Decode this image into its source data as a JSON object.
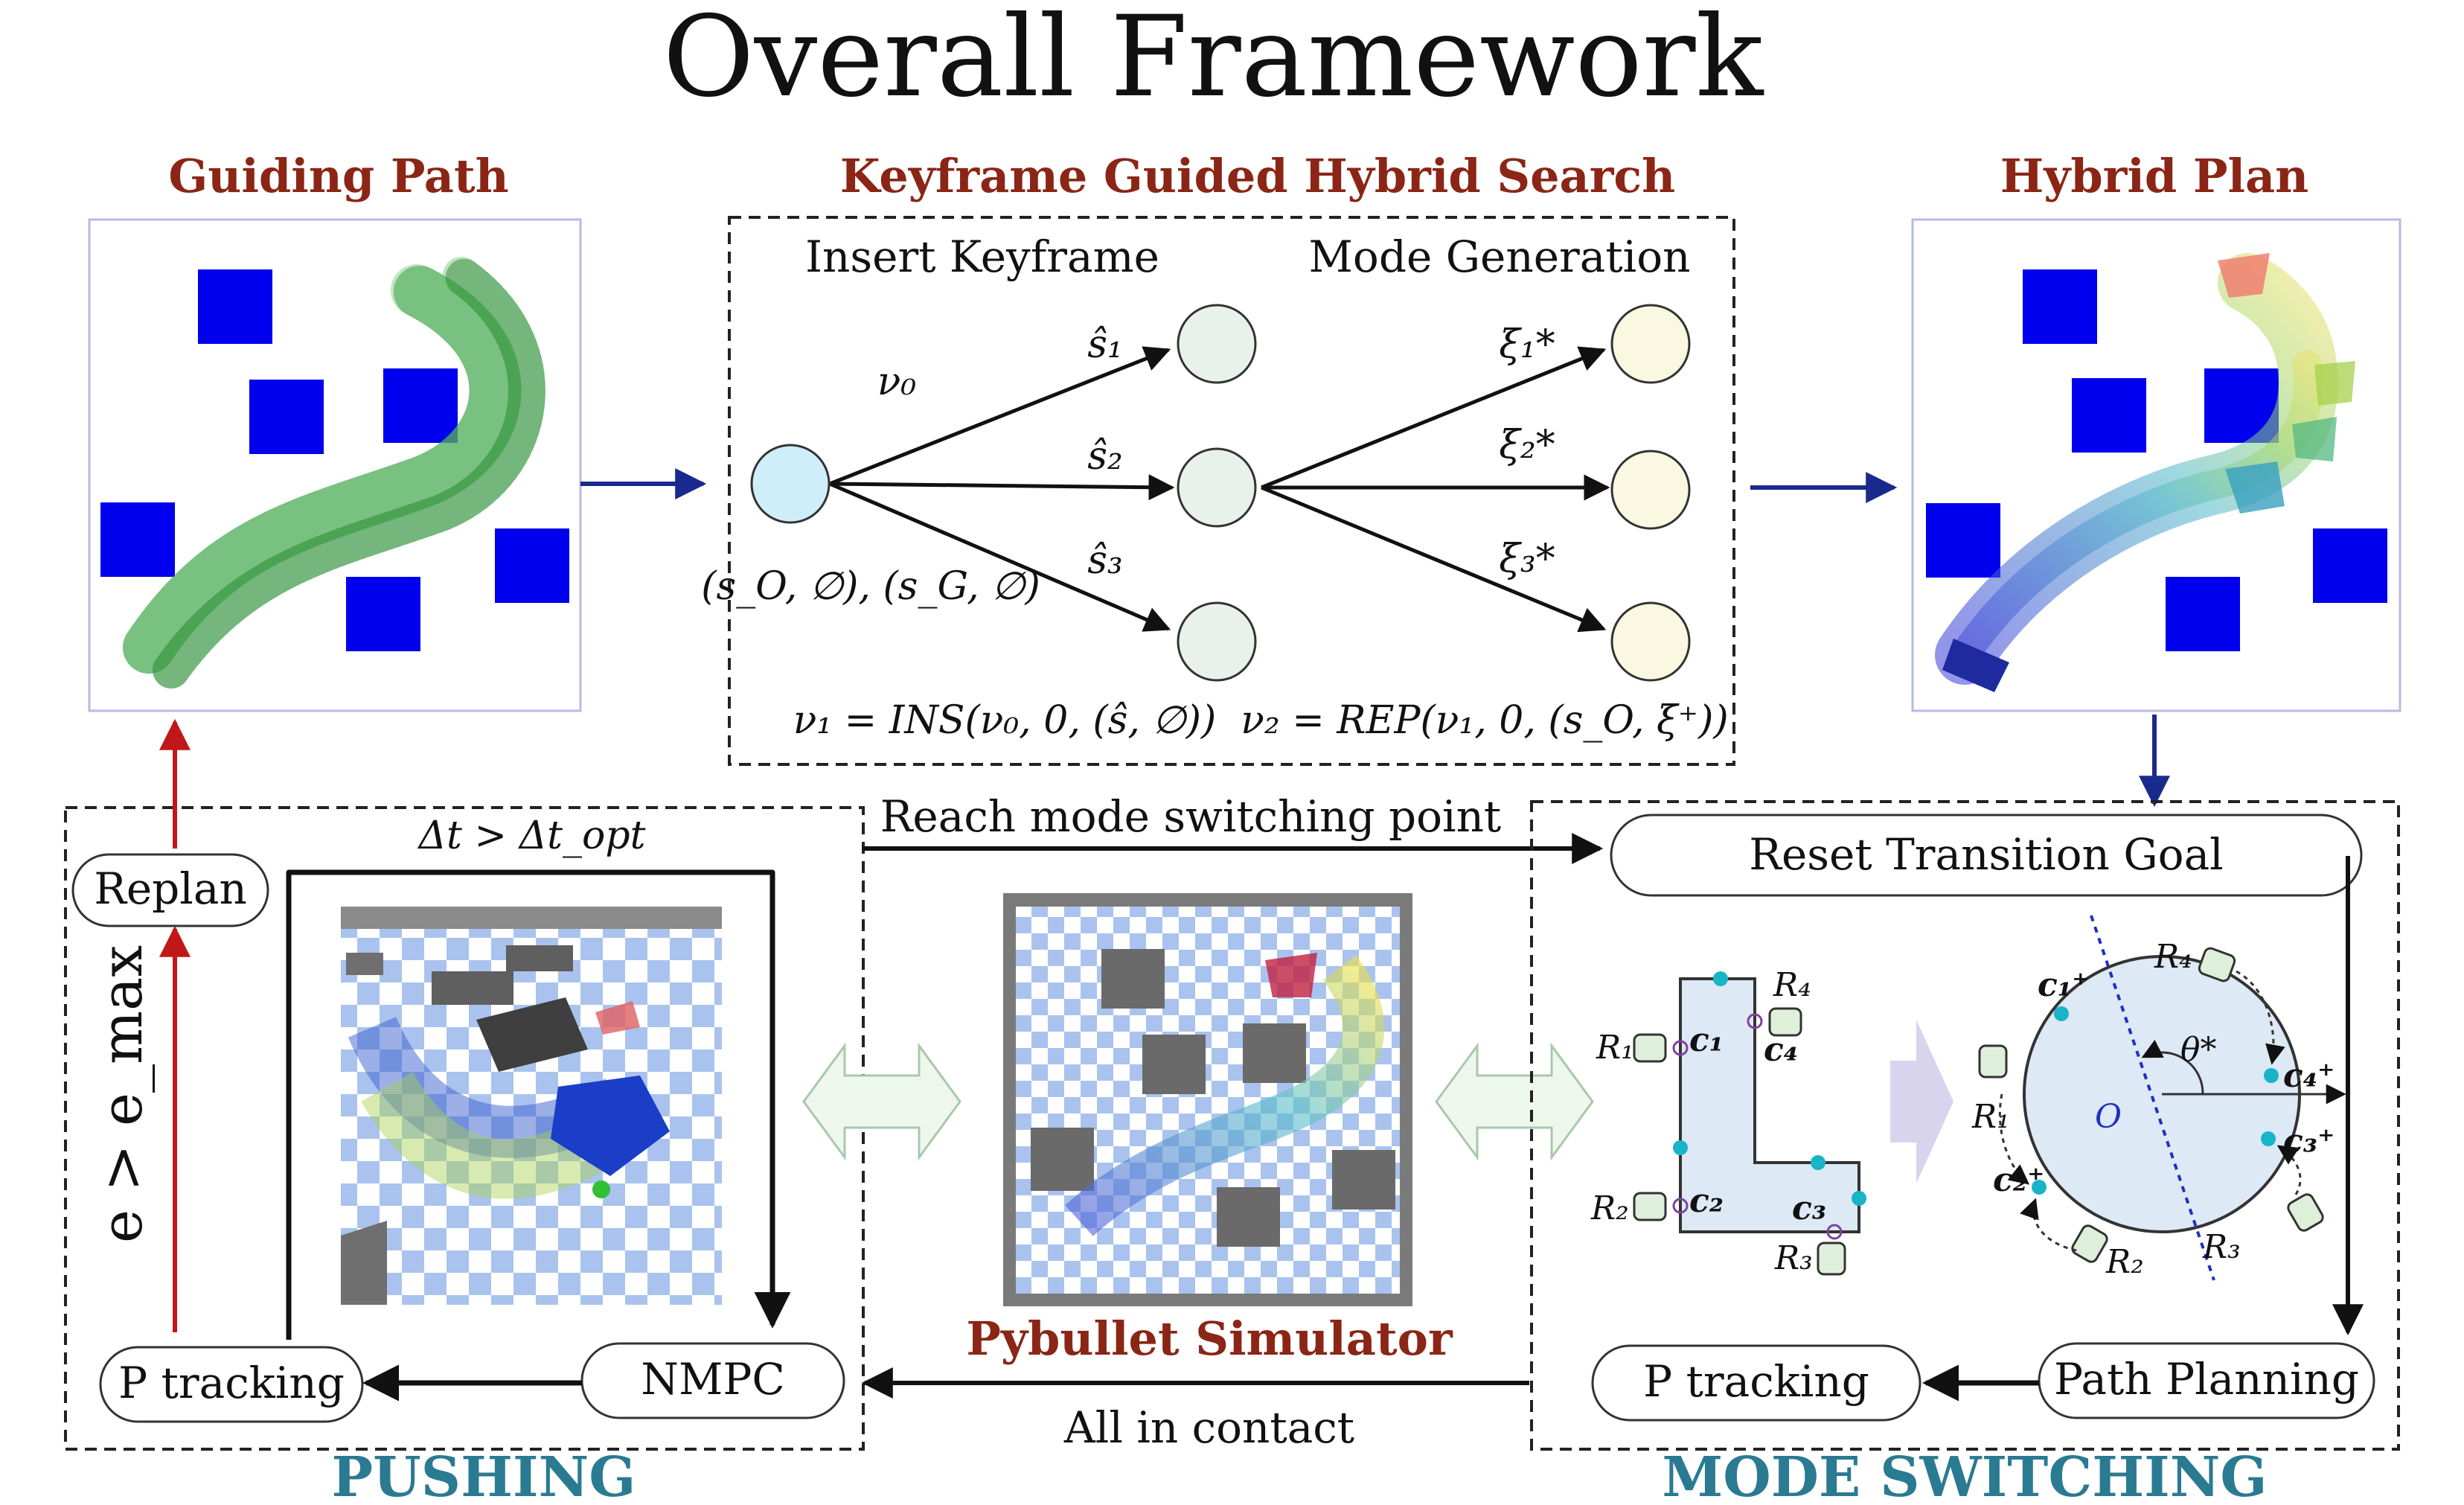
{
  "title": "Overall Framework",
  "panels": {
    "guiding_path": "Guiding Path",
    "keyframe_search": "Keyframe Guided Hybrid Search",
    "hybrid_plan": "Hybrid Plan",
    "simulator": "Pybullet Simulator"
  },
  "search": {
    "insert_keyframe": "Insert Keyframe",
    "mode_generation": "Mode Generation",
    "root_node": "ν₀",
    "start_goal": "(s_O, ∅), (s_G, ∅)",
    "keyframe_edges": [
      "ŝ₁",
      "ŝ₂",
      "ŝ₃"
    ],
    "mode_edges": [
      "ξ₁*",
      "ξ₂*",
      "ξ₃*"
    ],
    "ins_equation": "ν₁ = INS(ν₀, 0, (ŝ, ∅))",
    "rep_equation": "ν₂ = REP(ν₁, 0, (s_O, ξ⁺))"
  },
  "pushing": {
    "section_label": "PUSHING",
    "replan": "Replan",
    "error_condition": "e > e_max",
    "time_condition": "Δt > Δt_opt",
    "p_tracking": "P tracking",
    "nmpc": "NMPC"
  },
  "links": {
    "reach_mode": "Reach mode switching point",
    "all_in_contact": "All in contact"
  },
  "mode_switching": {
    "section_label": "MODE SWITCHING",
    "reset_goal": "Reset Transition Goal",
    "path_planning": "Path Planning",
    "p_tracking": "P tracking",
    "robot_labels": [
      "R₁",
      "R₂",
      "R₃",
      "R₄"
    ],
    "contact_labels": [
      "c₁",
      "c₂",
      "c₃",
      "c₄"
    ],
    "contact_plus_labels": [
      "c₁⁺",
      "c₂⁺",
      "c₃⁺",
      "c₄⁺"
    ],
    "angle_label": "θ*",
    "origin_label": "O"
  },
  "colors": {
    "heading": "#8b2515",
    "section": "#2a7a92",
    "obstacle": "#0000ee",
    "nav_arrow": "#1a2a8c",
    "replan_arrow": "#c01818",
    "contact_point": "#18b4c8"
  }
}
